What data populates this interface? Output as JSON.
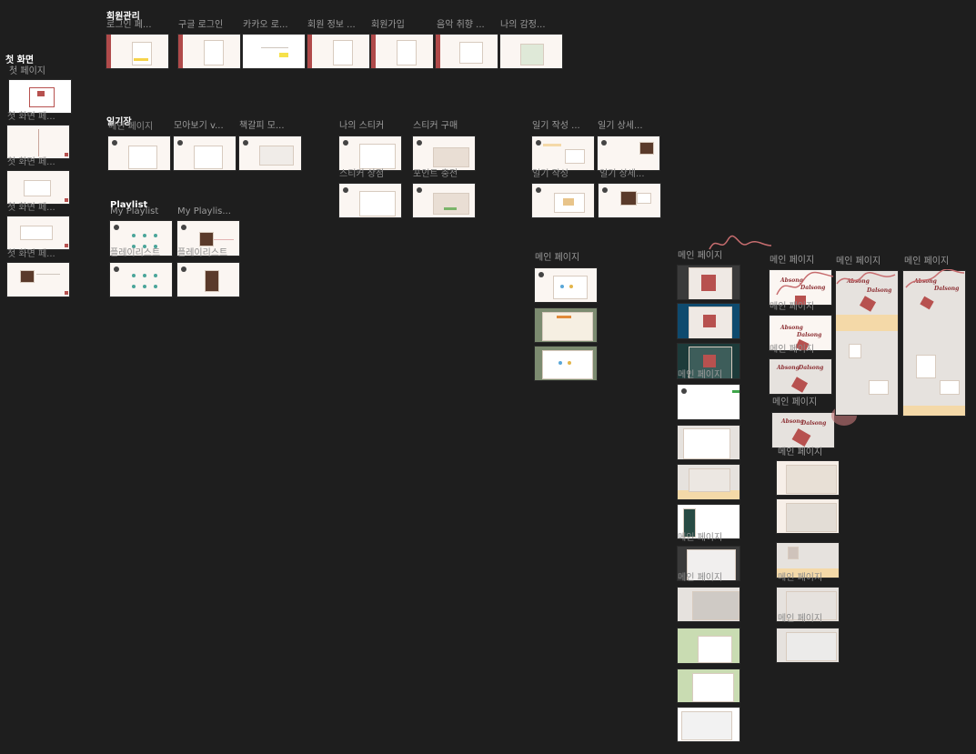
{
  "sections": {
    "first": "첫 화면",
    "member": "회원관리",
    "diary": "일기장",
    "playlist": "Playlist"
  },
  "first": [
    "첫 페이지",
    "첫 화면 페...",
    "첫 화면 페...",
    "첫 화면 페...",
    "첫 화면 페..."
  ],
  "member": [
    "로그인 페...",
    "구글 로그인",
    "카카오 로...",
    "회원 정보 ...",
    "회원가입",
    "음악 취향 ...",
    "나의 감정..."
  ],
  "diary": {
    "top": [
      "메인 페이지",
      "모아보기 v...",
      "책갈피 모...",
      "나의 스티커",
      "스티커 구매",
      "일기 작성 ...",
      "일기 상세..."
    ],
    "bottom": [
      "스티커 상점",
      "포인트 충전",
      "일기 작성",
      "일기 상세..."
    ]
  },
  "playlist": [
    "My Playlist",
    "My Playlis...",
    "플레이리스트",
    "플레이리스트"
  ],
  "main": [
    "메인 페이지",
    "메인 페이지",
    "메인 페이지",
    "메인 페이지",
    "메인 페이지",
    "메인 페이지",
    "메인 페이지",
    "메인 페이지",
    "메인 페이지",
    "메인 페이지",
    "메인 페이지"
  ],
  "brand": {
    "a": "Absong",
    "b": "Dalsong"
  },
  "colors": {
    "canvas": "#1e1e1e",
    "accent": "#b7514f",
    "cream": "#fbf6f2"
  }
}
